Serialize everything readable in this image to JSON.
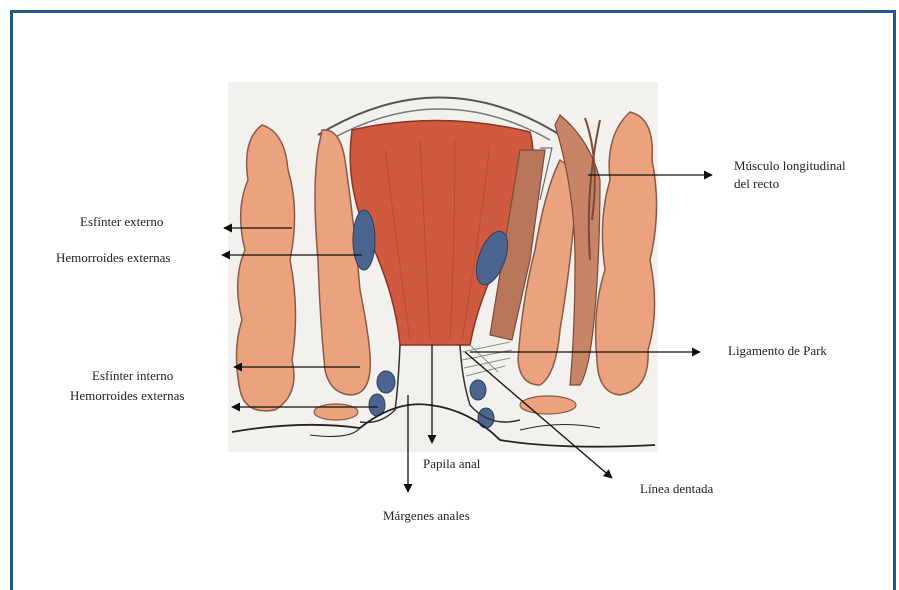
{
  "colors": {
    "frame": "#1f5b87",
    "rectum": "#cf5a3f",
    "muscle": "#eba27f",
    "muscle_dark": "#b8775b",
    "hemorrhoid": "#4c6590",
    "background": "#f3f1ee"
  },
  "labels": {
    "esfinter_externo": "Esfínter externo",
    "hemorroides_externas_top": "Hemorroides externas",
    "esfinter_interno": "Esfínter interno",
    "hemorroides_externas_bottom": "Hemorroides externas",
    "musculo_line1": "Músculo longitudinal",
    "musculo_line2": "del recto",
    "ligamento_park": "Ligamento de Park",
    "papila_anal": "Papila anal",
    "linea_dentada": "Línea dentada",
    "margenes_anales": "Márgenes anales"
  }
}
